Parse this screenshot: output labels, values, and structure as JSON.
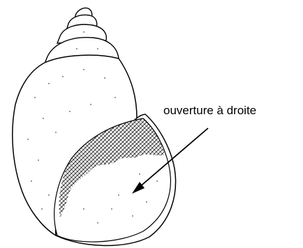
{
  "annotation": {
    "label": "ouverture à droite"
  },
  "colors": {
    "outline": "#000000",
    "shell_fill": "#ffffff",
    "hatching": "#000000",
    "background": "#ffffff"
  },
  "icons": {
    "shell": "snail-shell-drawing",
    "pointer": "arrow"
  }
}
